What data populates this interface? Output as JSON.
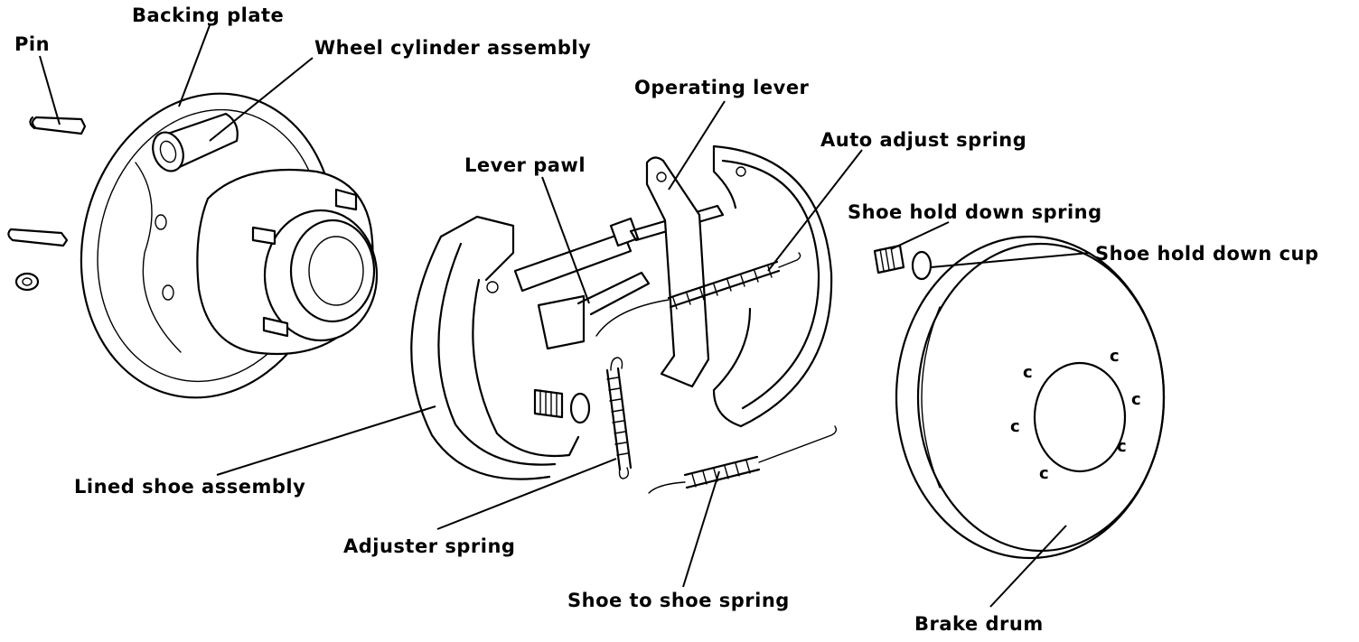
{
  "labels": {
    "pin": "Pin",
    "backing_plate": "Backing plate",
    "wheel_cylinder": "Wheel cylinder assembly",
    "operating_lever": "Operating lever",
    "auto_adjust_spring": "Auto adjust spring",
    "lever_pawl": "Lever pawl",
    "shoe_hold_down_spring": "Shoe hold down spring",
    "shoe_hold_down_cup": "Shoe hold down cup",
    "lined_shoe": "Lined shoe assembly",
    "adjuster_spring": "Adjuster spring",
    "shoe_to_shoe_spring": "Shoe to shoe spring",
    "brake_drum": "Brake drum"
  },
  "colors": {
    "ink": "#000000",
    "paper": "#ffffff"
  }
}
